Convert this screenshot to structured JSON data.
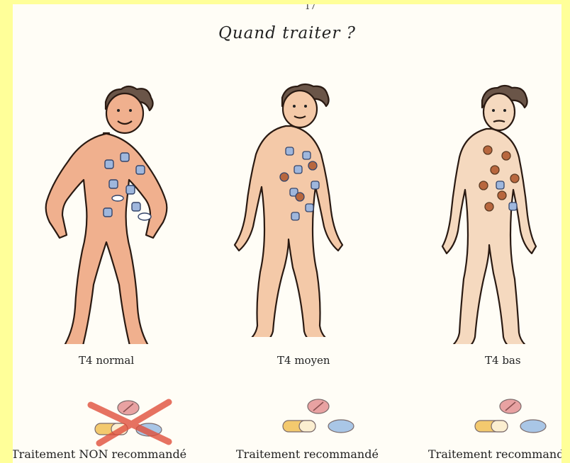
{
  "page": {
    "top_mark": "17",
    "title": "Quand traiter ?"
  },
  "columns": [
    {
      "label": "T4 normal",
      "caption": "Traitement NON recommandé",
      "crossed_out": true
    },
    {
      "label": "T4 moyen",
      "caption": "Traitement recommandé",
      "crossed_out": false
    },
    {
      "label": "T4 bas",
      "caption": "Traitement recommandé",
      "crossed_out": false
    }
  ],
  "icons": {
    "figure": "person-illustration",
    "pills": "pills-icon",
    "cross": "red-cross-icon"
  },
  "colors": {
    "background": "#ffff99",
    "skin_warm": "#f0b08e",
    "skin_pale": "#f5d9bf",
    "cross": "#e0503c",
    "pill_pink": "#e8a2a2",
    "pill_yellow": "#f3c96e",
    "pill_blue": "#a9c6e6"
  }
}
